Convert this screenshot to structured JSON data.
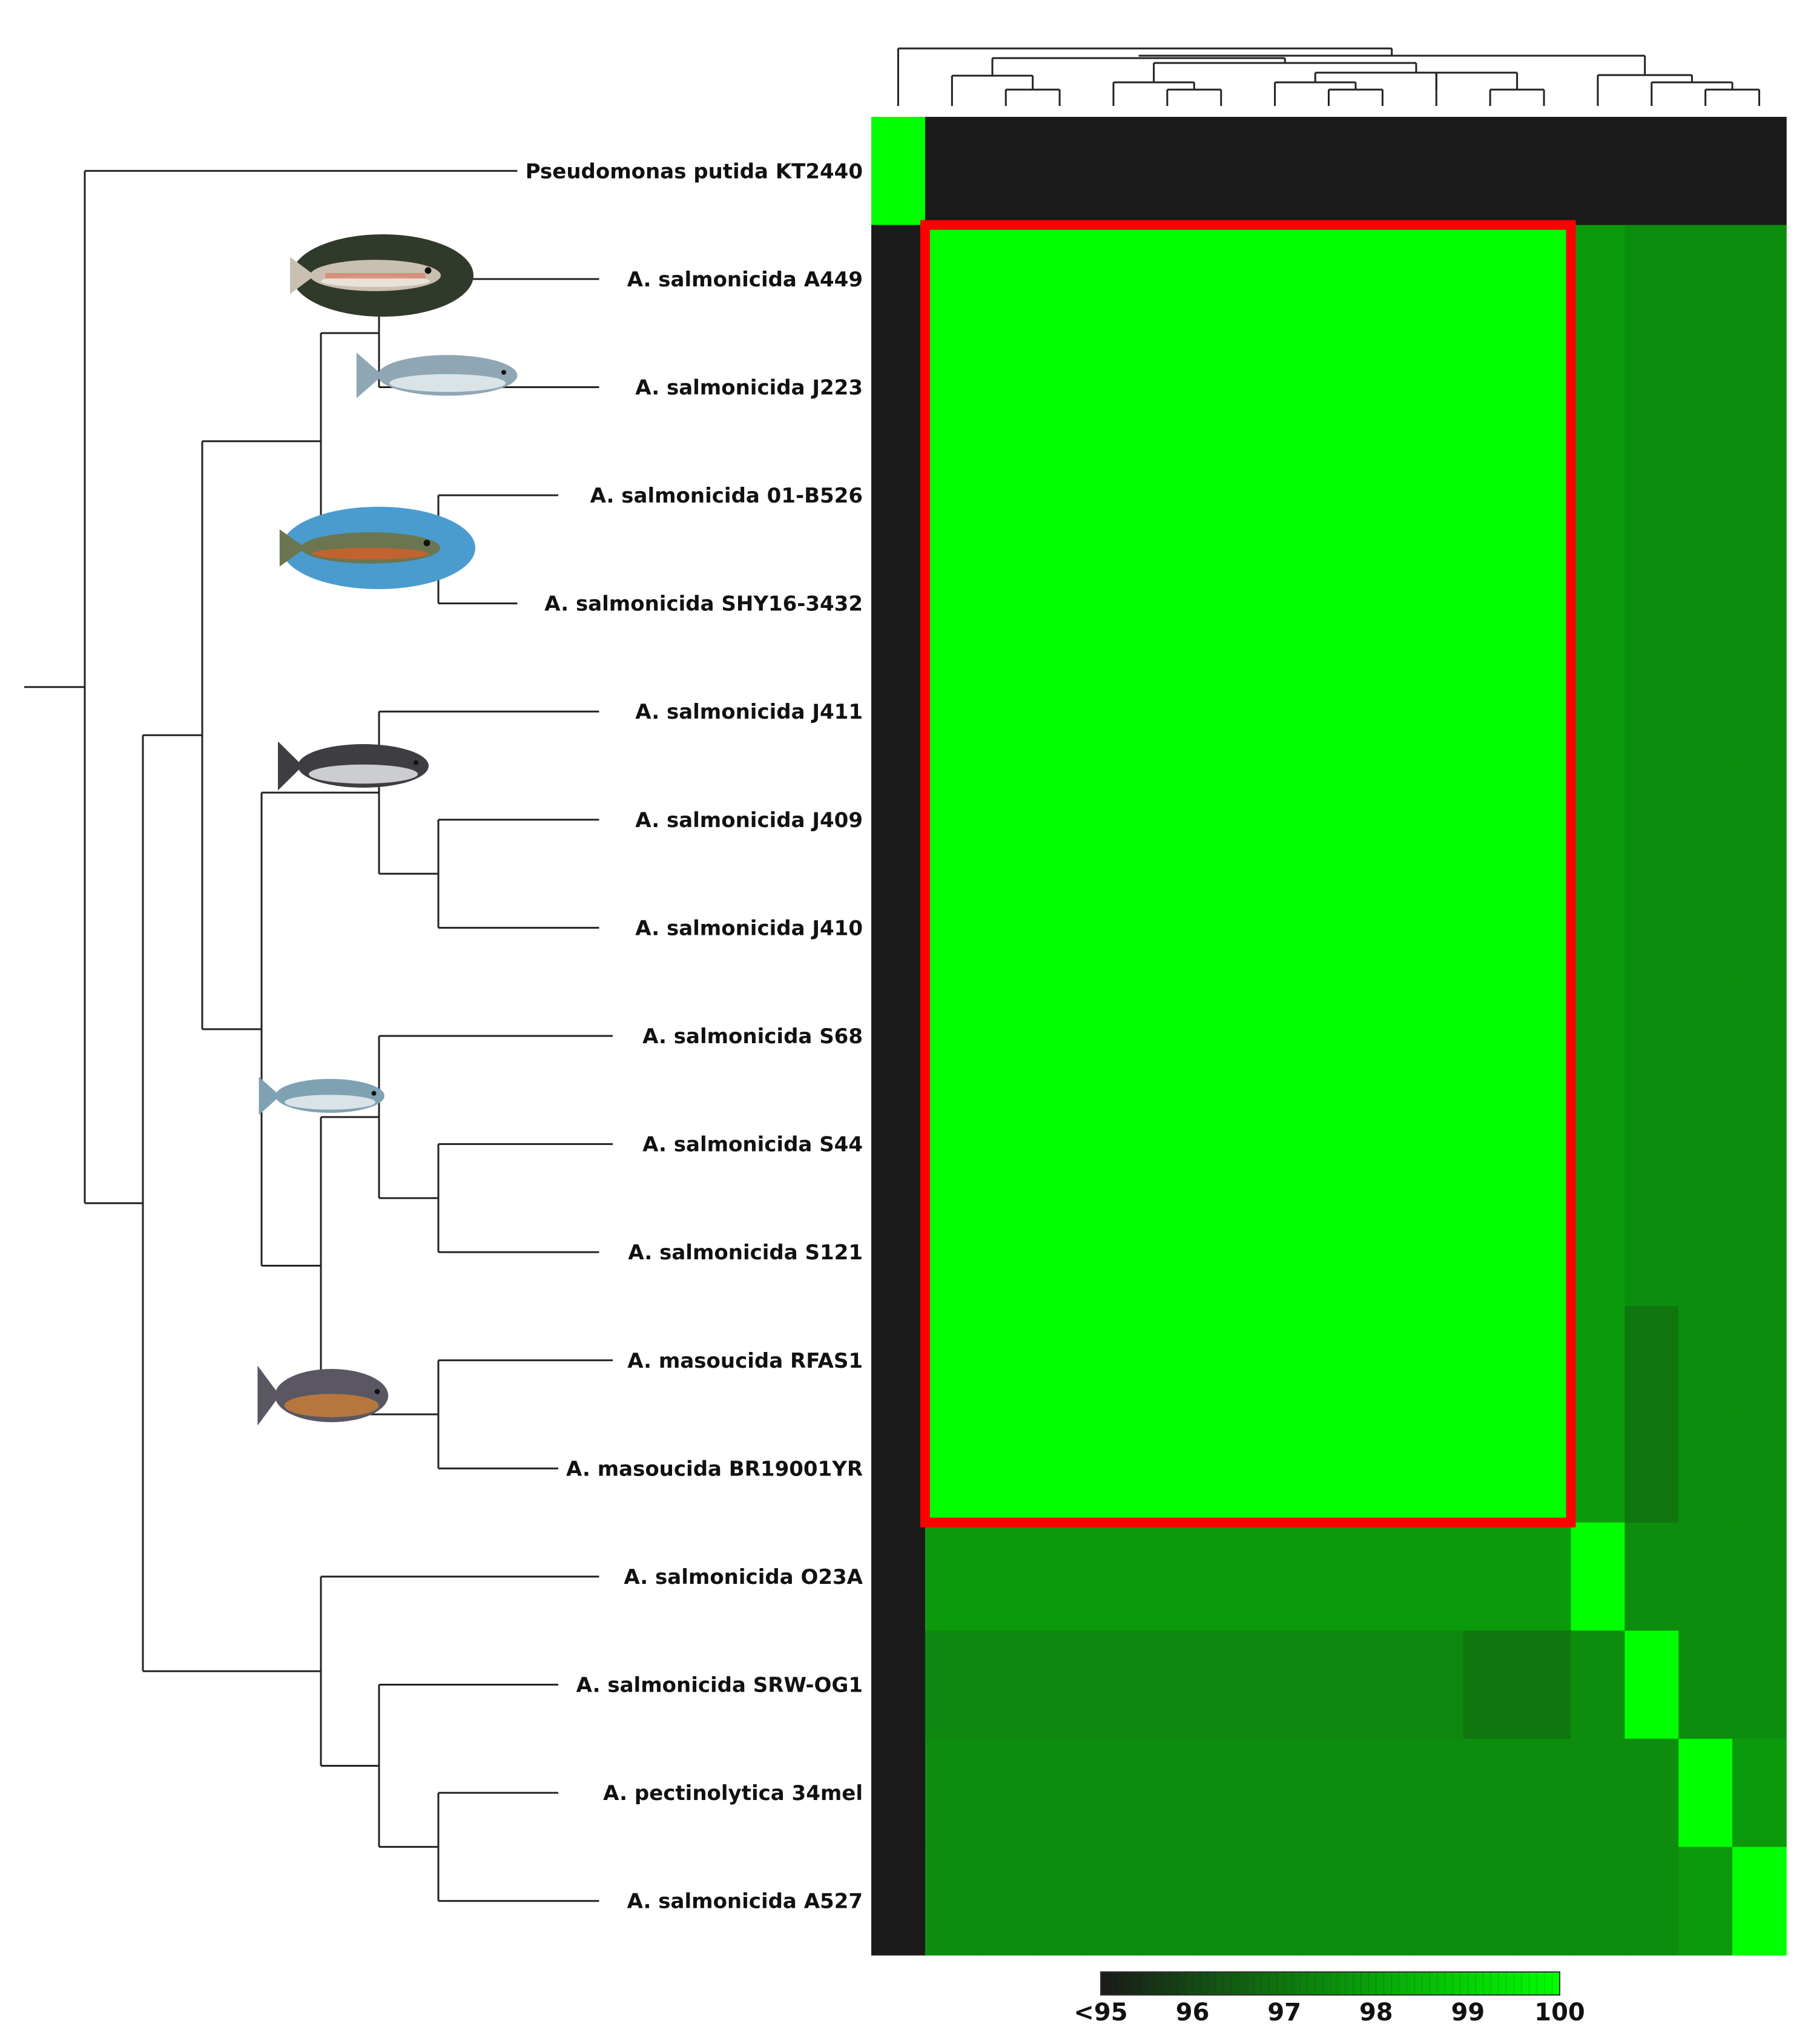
{
  "chart_data": {
    "type": "heatmap",
    "title": "",
    "xlabel": "",
    "ylabel": "",
    "rows": [
      "Pseudomonas putida KT2440",
      "A. salmonicida A449",
      "A. salmonicida J223",
      "A. salmonicida 01-B526",
      "A. salmonicida SHY16-3432",
      "A. salmonicida J411",
      "A. salmonicida J409",
      "A. salmonicida J410",
      "A. salmonicida S68",
      "A. salmonicida S44",
      "A. salmonicida S121",
      "A. masoucida RFAS1",
      "A. masoucida BR19001YR",
      "A. salmonicida O23A",
      "A. salmonicida SRW-OG1",
      "A. pectinolytica 34mel",
      "A. salmonicida A527"
    ],
    "values": [
      [
        100,
        95,
        95,
        95,
        95,
        95,
        95,
        95,
        95,
        95,
        95,
        95,
        95,
        95,
        95,
        95,
        95
      ],
      [
        95,
        100,
        100,
        100,
        100,
        100,
        100,
        100,
        100,
        100,
        100,
        100,
        100,
        97.8,
        97.5,
        97.5,
        97.5
      ],
      [
        95,
        100,
        100,
        100,
        100,
        100,
        100,
        100,
        100,
        100,
        100,
        100,
        100,
        97.8,
        97.5,
        97.5,
        97.5
      ],
      [
        95,
        100,
        100,
        100,
        100,
        100,
        100,
        100,
        100,
        100,
        100,
        100,
        100,
        97.8,
        97.5,
        97.5,
        97.5
      ],
      [
        95,
        100,
        100,
        100,
        100,
        100,
        100,
        100,
        100,
        100,
        100,
        100,
        100,
        97.8,
        97.5,
        97.5,
        97.5
      ],
      [
        95,
        100,
        100,
        100,
        100,
        100,
        100,
        100,
        100,
        100,
        100,
        100,
        100,
        97.8,
        97.5,
        97.5,
        97.5
      ],
      [
        95,
        100,
        100,
        100,
        100,
        100,
        100,
        100,
        100,
        100,
        100,
        100,
        100,
        97.8,
        97.5,
        97.5,
        97.5
      ],
      [
        95,
        100,
        100,
        100,
        100,
        100,
        100,
        100,
        100,
        100,
        100,
        100,
        100,
        97.8,
        97.5,
        97.5,
        97.5
      ],
      [
        95,
        100,
        100,
        100,
        100,
        100,
        100,
        100,
        100,
        100,
        100,
        100,
        100,
        97.8,
        97.5,
        97.5,
        97.5
      ],
      [
        95,
        100,
        100,
        100,
        100,
        100,
        100,
        100,
        100,
        100,
        100,
        100,
        100,
        97.8,
        97.5,
        97.5,
        97.5
      ],
      [
        95,
        100,
        100,
        100,
        100,
        100,
        100,
        100,
        100,
        100,
        100,
        100,
        100,
        97.8,
        97.5,
        97.5,
        97.5
      ],
      [
        95,
        100,
        100,
        100,
        100,
        100,
        100,
        100,
        100,
        100,
        100,
        100,
        100,
        97.8,
        97.0,
        97.5,
        97.5
      ],
      [
        95,
        100,
        100,
        100,
        100,
        100,
        100,
        100,
        100,
        100,
        100,
        100,
        100,
        97.8,
        97.0,
        97.5,
        97.5
      ],
      [
        95,
        97.8,
        97.8,
        97.8,
        97.8,
        97.8,
        97.8,
        97.8,
        97.8,
        97.8,
        97.8,
        97.8,
        97.8,
        100,
        97.5,
        97.5,
        97.5
      ],
      [
        95,
        97.4,
        97.4,
        97.4,
        97.4,
        97.4,
        97.4,
        97.4,
        97.4,
        97.4,
        97.4,
        97.0,
        97.0,
        97.5,
        100,
        97.5,
        97.5
      ],
      [
        95,
        97.5,
        97.5,
        97.5,
        97.5,
        97.5,
        97.5,
        97.5,
        97.5,
        97.5,
        97.5,
        97.5,
        97.5,
        97.5,
        97.5,
        100,
        97.8
      ],
      [
        95,
        97.5,
        97.5,
        97.5,
        97.5,
        97.5,
        97.5,
        97.5,
        97.5,
        97.5,
        97.5,
        97.5,
        97.5,
        97.5,
        97.5,
        97.8,
        100
      ]
    ],
    "colorbar": {
      "ticks": [
        "<95",
        "96",
        "97",
        "98",
        "99",
        "100"
      ],
      "min": 95,
      "max": 100,
      "color_low": "#1a1a1a",
      "color_high": "#00ff00"
    },
    "highlight": {
      "rows": [
        1,
        12
      ],
      "cols": [
        1,
        12
      ],
      "color": "#ff0000"
    },
    "dendrograms": [
      "left",
      "top"
    ],
    "fish_icons": [
      "rainbow-trout-icon",
      "atlantic-salmon-icon",
      "brook-trout-icon",
      "cod-icon",
      "salmon-icon",
      "rockfish-icon"
    ],
    "legend": "bottom"
  }
}
